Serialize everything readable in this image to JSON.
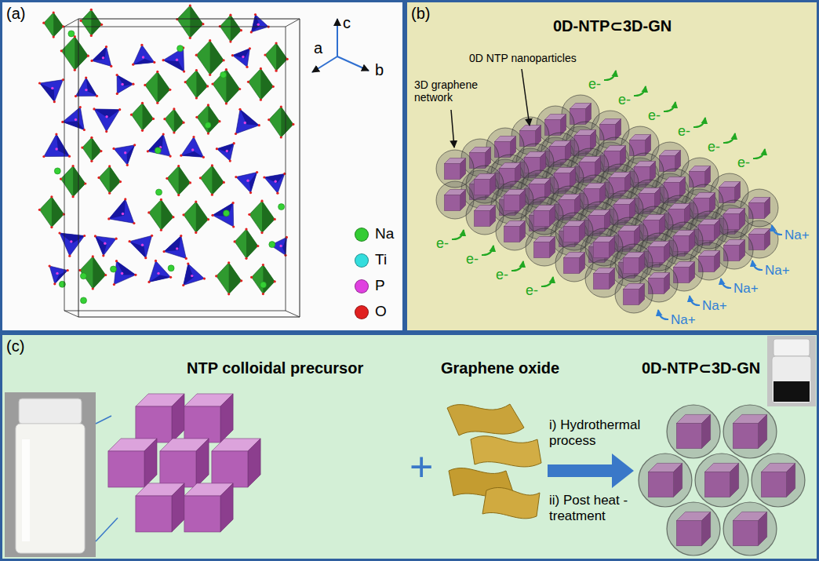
{
  "diagram": {
    "nodes": [
      {
        "text": [
          "(a)"
        ]
      },
      {
        "text": [
          "(b)"
        ]
      },
      {
        "text": [
          "(c)"
        ]
      }
    ],
    "labels": [
      "c",
      "a",
      "b",
      "0D-NTP⊂3D-GN",
      "0D NTP nanoparticles",
      "3D graphene network",
      "e-",
      "e-",
      "e-",
      "e-",
      "e-",
      "e-",
      "e-",
      "e-",
      "e-",
      "e-",
      "Na+",
      "Na+",
      "Na+",
      "Na+",
      "Na+",
      "NTP colloidal precursor",
      "Graphene oxide",
      "+",
      "i) Hydrothermal process",
      "ii) Post heat -treatment",
      "0D-NTP⊂3D-GN"
    ],
    "legend": [
      {
        "text": "Na",
        "color": "#33cc33"
      },
      {
        "text": "Ti",
        "color": "#33dddd"
      },
      {
        "text": "P",
        "color": "#e040e0"
      },
      {
        "text": "O",
        "color": "#e02020"
      }
    ]
  }
}
